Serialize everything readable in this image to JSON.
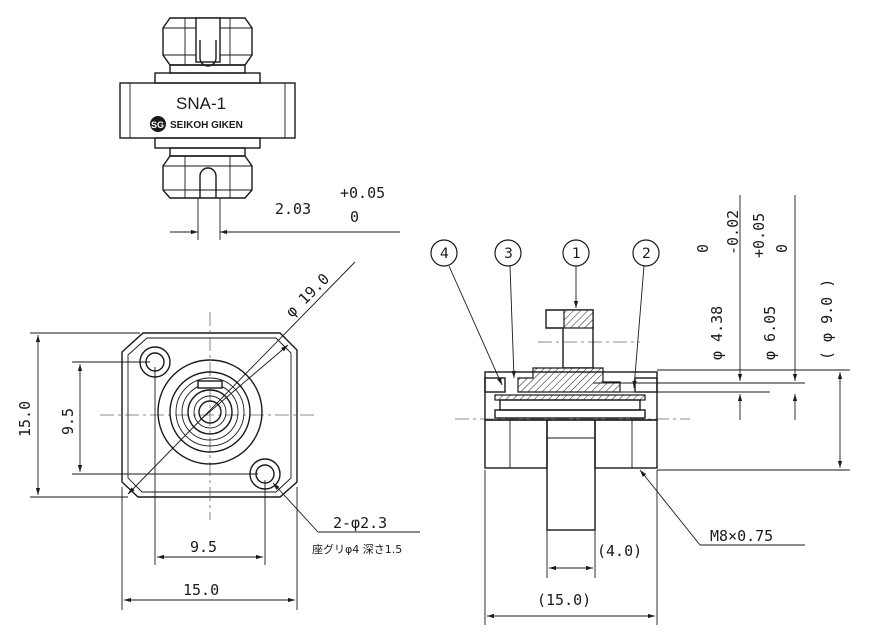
{
  "top_view": {
    "model_label": "SNA-1",
    "brand_label": "SEIKOH GIKEN",
    "logo_letters": "SG",
    "slot_dim": "2.03",
    "slot_tol_upper": "+0.05",
    "slot_tol_lower": "0"
  },
  "front_view": {
    "diag_dim": "φ 19.0",
    "height_dim": "15.0",
    "hole_pitch_v": "9.5",
    "hole_pitch_h": "9.5",
    "width_dim": "15.0",
    "hole_spec": "2-φ2.3",
    "counterbore_spec": "座グリφ4 深さ1.5"
  },
  "side_view": {
    "balloons": [
      "4",
      "3",
      "1",
      "2"
    ],
    "dia_1": "φ 4.38",
    "dia_1_tol_upper": "0",
    "dia_1_tol_lower": "-0.02",
    "dia_2": "φ 6.05",
    "dia_2_tol_upper": "+0.05",
    "dia_2_tol_lower": "0",
    "dia_3": "( φ 9.0 )",
    "thread_spec": "M8×0.75",
    "protrusion": "(4.0)",
    "overall_width": "(15.0)"
  }
}
